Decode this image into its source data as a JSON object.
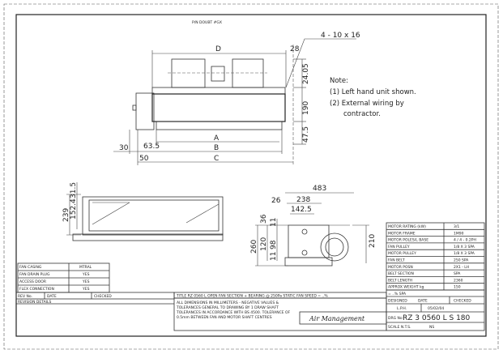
{
  "drawing": {
    "header": "P/N DOUBT #GX",
    "top_view": {
      "dims": {
        "D": "D",
        "d28": "28",
        "holes": "4 - 10 x 16",
        "d2405": "24.05",
        "d190": "190",
        "d475": "47.5",
        "A": "A",
        "B": "B",
        "C": "C",
        "d30": "30",
        "d635": "63.5",
        "d50": "50"
      }
    },
    "notes": {
      "title": "Note:",
      "items": [
        "(1) Left hand unit shown.",
        "(2) External wiring by",
        "contractor."
      ]
    },
    "front_view": {
      "dims": {
        "d239": "239",
        "d1524": "152.4",
        "d315": "31.5"
      }
    },
    "side_view": {
      "dims": {
        "d483": "483",
        "d26": "26",
        "d238": "238",
        "d1425": "142.5",
        "d260": "260",
        "d120": "120",
        "d98": "98",
        "d11a": "11",
        "d11b": "11",
        "d36": "36",
        "d210": "210"
      }
    }
  },
  "options_table": [
    {
      "label": "FAN CASING",
      "value": "MTRAL"
    },
    {
      "label": "FAN DRAIN PLUG",
      "value": "YES"
    },
    {
      "label": "ACCESS DOOR",
      "value": "YES"
    },
    {
      "label": "FLEX CONNECTION",
      "value": "YES"
    }
  ],
  "revision": {
    "rev_no": "REV No.",
    "date": "DATE",
    "checked": "CHECKED",
    "details": "REVISION DETAILS"
  },
  "title_row": "TITLE    RZ 0560 L OPEN FAN SECTION + BEARING @ 250Pa STATIC FAN SPEED = ..%",
  "general_notes": [
    "ALL DIMENSIONS IN MILLIMETERS - NEGATIVE VALUES &",
    "TOLERANCES GENERAL TO DRAWING BY 1 DRAW SHAFT",
    "TOLERANCES IN ACCORDANCE WITH BS 4500. TOLERANCE OF",
    "0.5mm BETWEEN FAN AND MOTOR SHAFT CENTRES"
  ],
  "logo_text": "Air Management",
  "spec_table": [
    {
      "label": "MOTOR RATING (kW)",
      "value": "3/1"
    },
    {
      "label": "MOTOR FRAME",
      "value": "1M90"
    },
    {
      "label": "MOTOR POLES/L BASE",
      "value": "4 / 4 - 0.2PH"
    },
    {
      "label": "FAN PULLEY",
      "value": "1/8 X 3 SPA"
    },
    {
      "label": "MOTOR PULLEY",
      "value": "1/8 X 3 SPA"
    },
    {
      "label": "FAN BELT",
      "value": "250 SPA"
    },
    {
      "label": "MOTOR POSN",
      "value": "2X1 - LH"
    },
    {
      "label": "BELT SECTION",
      "value": "SPA"
    },
    {
      "label": "BELT LENGTH",
      "value": "2360"
    },
    {
      "label": "APPROX WEIGHT kg",
      "value": "150"
    }
  ],
  "title_block": {
    "speed_row": "= ..% SPA",
    "designed": "DESIGNED",
    "date": "DATE",
    "checked": "CHECKED",
    "designer": "L.P.H.",
    "design_date": "05/02/04",
    "drg_label": "DRG No",
    "drg_no": "RZ 3 0560 L S 180",
    "scale_label": "SCALE N.T.S.",
    "sheet": "NS"
  }
}
